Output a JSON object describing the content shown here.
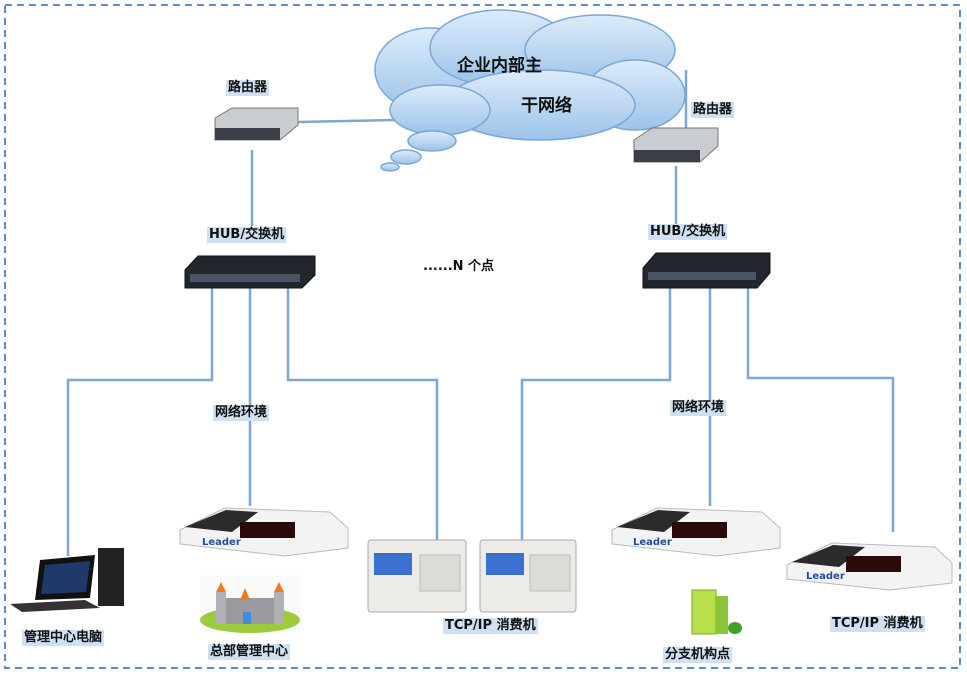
{
  "cloud": {
    "line1": "企业内部主",
    "line2": "干网络"
  },
  "left": {
    "router_label": "路由器",
    "switch_label": "HUB/交换机",
    "network_label": "网络环境",
    "pc_label": "管理中心电脑",
    "site_label": "总部管理中心",
    "terminal_label": "TCP/IP 消费机"
  },
  "right": {
    "router_label": "路由器",
    "switch_label": "HUB/交换机",
    "network_label": "网络环境",
    "site_label": "分支机构点",
    "terminal_label": "TCP/IP 消费机"
  },
  "n_points": "......N 个点",
  "device_brand": "Leader",
  "colors": {
    "border": "#5b8ec8",
    "link": "#7fa6cf",
    "cloud": "#a9cdee",
    "label_bg": "#cfe0f3"
  }
}
